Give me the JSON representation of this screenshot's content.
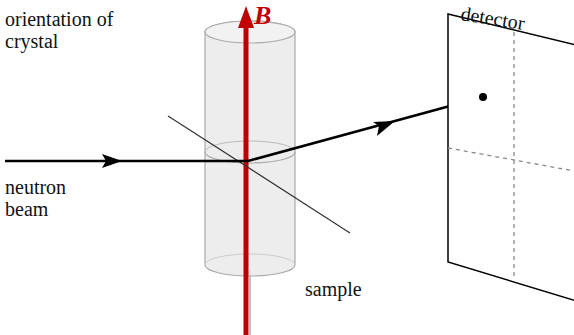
{
  "diagram": {
    "labels": [
      "orientation of crystal",
      "neutron beam",
      "sample",
      "detector",
      "B"
    ]
  }
}
